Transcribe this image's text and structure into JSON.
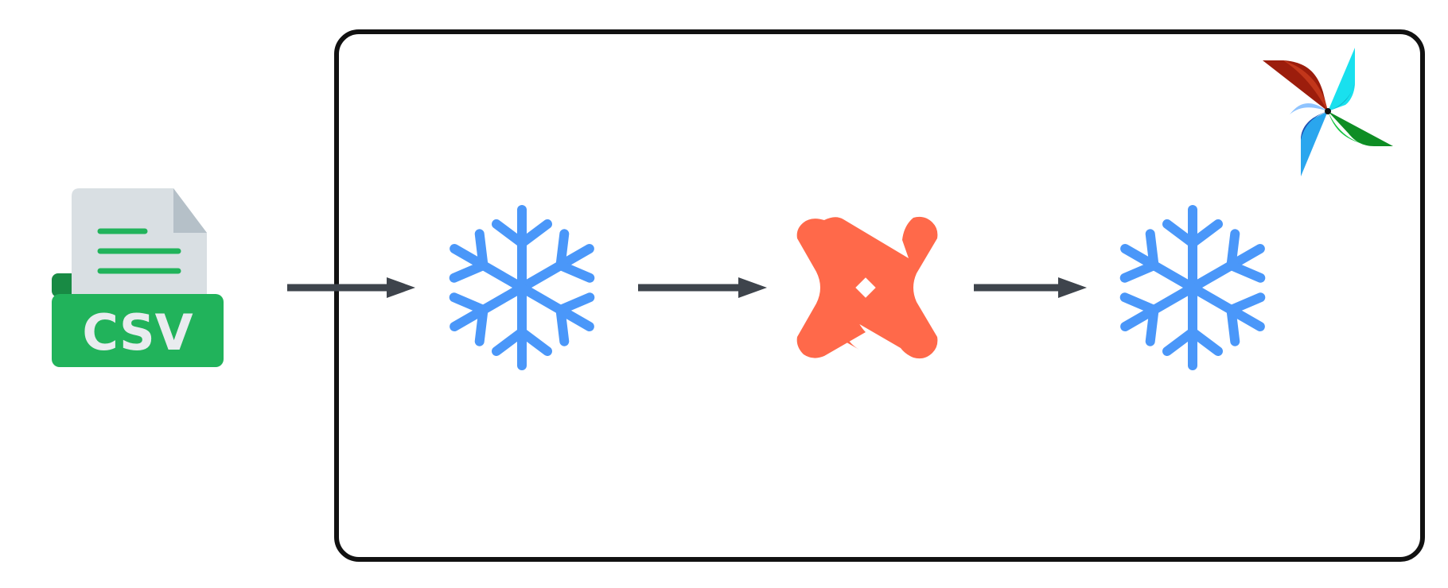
{
  "diagram": {
    "nodes": [
      {
        "id": "csv_source",
        "icon": "csv-file-icon",
        "label": "CSV"
      },
      {
        "id": "snowflake_raw",
        "icon": "snowflake-icon"
      },
      {
        "id": "dbt_transform",
        "icon": "dbt-icon"
      },
      {
        "id": "snowflake_target",
        "icon": "snowflake-icon"
      }
    ],
    "edges": [
      {
        "from": "csv_source",
        "to": "snowflake_raw"
      },
      {
        "from": "snowflake_raw",
        "to": "dbt_transform"
      },
      {
        "from": "dbt_transform",
        "to": "snowflake_target"
      }
    ],
    "container": {
      "icon": "airflow-pinwheel-icon"
    },
    "colors": {
      "snowflake": "#4a97f9",
      "dbt": "#ff694a",
      "csv_green": "#21b35b",
      "csv_green_dark": "#188a44",
      "paper": "#d9dfe3",
      "paper_fold": "#b5c0c8",
      "arrow": "#3e444c",
      "border": "#111111"
    }
  }
}
